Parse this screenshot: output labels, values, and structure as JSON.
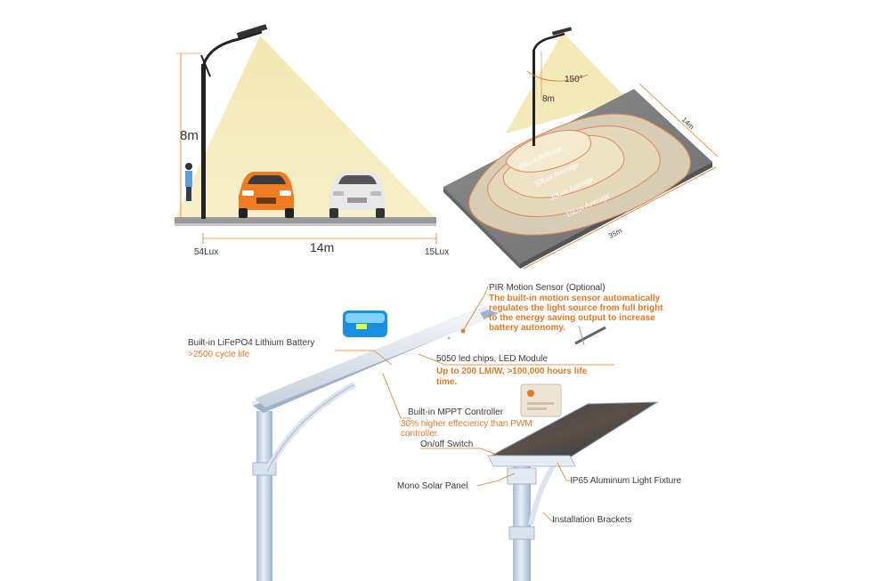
{
  "top_left": {
    "height_label": "8m",
    "distance_label": "14m",
    "lux_near": "54Lux",
    "lux_far": "15Lux"
  },
  "top_right": {
    "angle_label": "150°",
    "height_label": "8m",
    "width_label": "14m",
    "length_label": "35m",
    "zones": [
      "65Lux Average",
      "50Lux Average",
      "30Lux Average",
      "15Lux Average"
    ]
  },
  "callouts": {
    "pir": {
      "title": "PIR Motion Sensor (Optional)",
      "desc": [
        "The built-in motion sensor automatically",
        "regulates the light source from full bright",
        "to the energy saving output to increase",
        "battery autonomy."
      ]
    },
    "battery": {
      "title": "Built-in LiFePO4 Lithium Battery",
      "desc": [
        ">2500 cycle life"
      ]
    },
    "led": {
      "title": "5050 led chips, LED Module",
      "desc": [
        "Up to 200 LM/W, >100,000 hours life",
        "time."
      ]
    },
    "mppt": {
      "title": "Built-in MPPT Controller",
      "desc": [
        "30% higher effeciency than PWM",
        "controller."
      ]
    },
    "switch": {
      "title": "On/off Switch"
    },
    "solar": {
      "title": "Mono Solar Panel"
    },
    "fixture": {
      "title": "IP65 Aluminum Light Fixture"
    },
    "brackets": {
      "title": "Installation Brackets"
    }
  },
  "colors": {
    "light_beam": "#f5ecc0",
    "callout_orange": "#e07a2a",
    "pole_blue": "#c9d7e8",
    "car_orange": "#f07c24",
    "car_white": "#e8e8e8",
    "zone_fill": "#e9dfc8",
    "zone_line": "#e0875a"
  }
}
